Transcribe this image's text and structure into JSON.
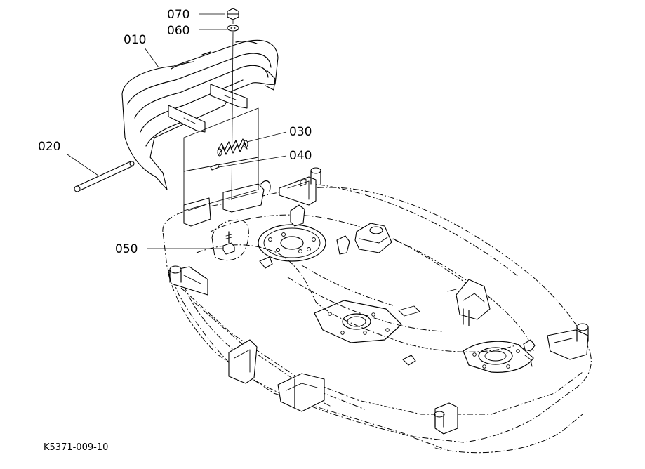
{
  "callouts": {
    "p070": "070",
    "p060": "060",
    "p010": "010",
    "p020": "020",
    "p030": "030",
    "p040": "040",
    "p050": "050"
  },
  "reference": "K5371-009-10",
  "colors": {
    "ink": "#000000",
    "paper": "#ffffff"
  }
}
